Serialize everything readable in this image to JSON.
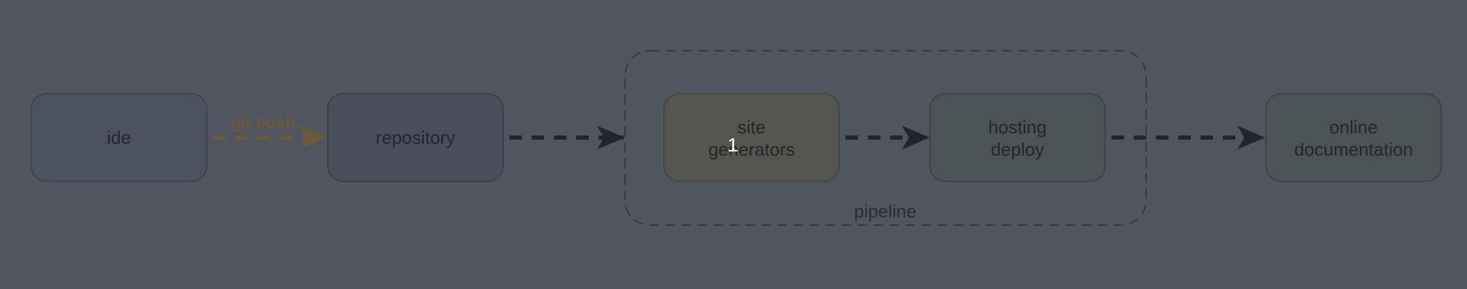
{
  "nodes": {
    "ide": {
      "lines": [
        "ide"
      ],
      "fill": "#4b525e",
      "stroke": "#3c4452"
    },
    "repository": {
      "lines": [
        "repository"
      ],
      "fill": "#4a4e5a",
      "stroke": "#3b3f49"
    },
    "site_generators": {
      "lines": [
        "site",
        "generators"
      ],
      "fill": "#55554f",
      "stroke": "#47473f"
    },
    "hosting_deploy": {
      "lines": [
        "hosting",
        "deploy"
      ],
      "fill": "#4c5356",
      "stroke": "#3d4446"
    },
    "online_documentation": {
      "lines": [
        "online",
        "documentation"
      ],
      "fill": "#4b5356",
      "stroke": "#3c4446"
    }
  },
  "edges": {
    "git_push": {
      "label": "git push",
      "color": "#6b5a3a"
    }
  },
  "group": {
    "label": "pipeline"
  },
  "badge": {
    "text": "1"
  },
  "colors": {
    "background": "#505560",
    "edge": "#22252b",
    "group_border": "#33373f"
  }
}
